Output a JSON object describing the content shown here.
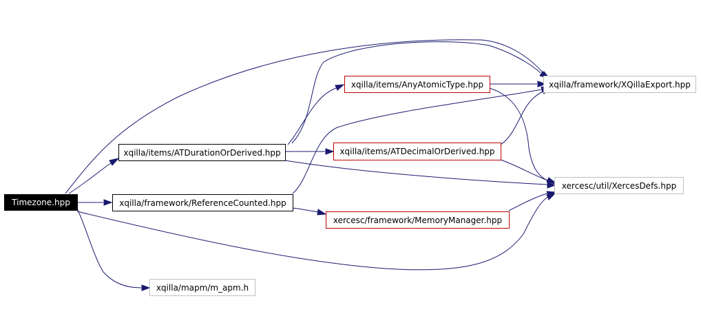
{
  "graph": {
    "colors": {
      "edge": "#191970",
      "root_fill": "#000000",
      "red_border": "#c00000",
      "gray_border": "#bfbfbf"
    },
    "nodes": {
      "timezone": "Timezone.hpp",
      "atduration": "xqilla/items/ATDurationOrDerived.hpp",
      "refcounted": "xqilla/framework/ReferenceCounted.hpp",
      "anyatomic": "xqilla/items/AnyAtomicType.hpp",
      "atdecimal": "xqilla/items/ATDecimalOrDerived.hpp",
      "memmgr": "xercesc/framework/MemoryManager.hpp",
      "xqillaexport": "xqilla/framework/XQillaExport.hpp",
      "xercesdefs": "xercesc/util/XercesDefs.hpp",
      "mapm": "xqilla/mapm/m_apm.h"
    }
  }
}
